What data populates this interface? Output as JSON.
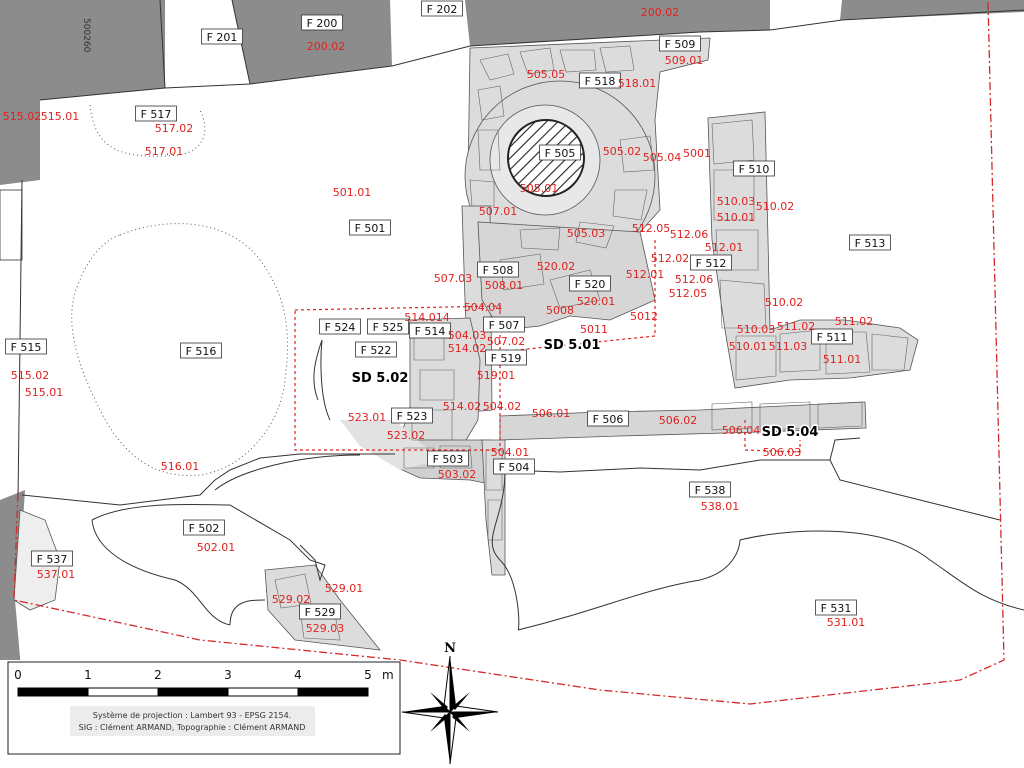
{
  "features": [
    {
      "id": "f200",
      "label": "F 200"
    },
    {
      "id": "f201",
      "label": "F 201"
    },
    {
      "id": "f202",
      "label": "F 202"
    },
    {
      "id": "f509",
      "label": "F 509"
    },
    {
      "id": "f518",
      "label": "F 518"
    },
    {
      "id": "f517",
      "label": "F 517"
    },
    {
      "id": "f505",
      "label": "F 505"
    },
    {
      "id": "f510",
      "label": "F 510"
    },
    {
      "id": "f501",
      "label": "F 501"
    },
    {
      "id": "f513",
      "label": "F 513"
    },
    {
      "id": "f508",
      "label": "F 508"
    },
    {
      "id": "f512",
      "label": "F 512"
    },
    {
      "id": "f520",
      "label": "F 520"
    },
    {
      "id": "f524",
      "label": "F 524"
    },
    {
      "id": "f525",
      "label": "F 525"
    },
    {
      "id": "f514",
      "label": "F 514"
    },
    {
      "id": "f507",
      "label": "F 507"
    },
    {
      "id": "f522",
      "label": "F 522"
    },
    {
      "id": "f519",
      "label": "F 519"
    },
    {
      "id": "f515",
      "label": "F 515"
    },
    {
      "id": "f516",
      "label": "F 516"
    },
    {
      "id": "f511",
      "label": "F 511"
    },
    {
      "id": "f523",
      "label": "F 523"
    },
    {
      "id": "f506",
      "label": "F 506"
    },
    {
      "id": "f503",
      "label": "F 503"
    },
    {
      "id": "f504",
      "label": "F 504"
    },
    {
      "id": "f538",
      "label": "F 538"
    },
    {
      "id": "f502",
      "label": "F 502"
    },
    {
      "id": "f537",
      "label": "F 537"
    },
    {
      "id": "f529",
      "label": "F 529"
    },
    {
      "id": "f531",
      "label": "F 531"
    }
  ],
  "units": [
    "200.02",
    "200.02",
    "505.05",
    "509.01",
    "518.01",
    "515.02",
    "515.01",
    "517.02",
    "517.01",
    "505.02",
    "505.04",
    "5001",
    "505.01",
    "501.01",
    "507.01",
    "505.03",
    "510.03",
    "510.02",
    "510.01",
    "512.05",
    "512.06",
    "512.01",
    "520.02",
    "512.02",
    "507.03",
    "508.01",
    "512.01",
    "512.06",
    "512.05",
    "520.01",
    "504.04",
    "5008",
    "5012",
    "514.014",
    "504.03",
    "510.02",
    "511.02",
    "5011",
    "510.03",
    "511.02",
    "514.02",
    "507.02",
    "510.01",
    "511.03",
    "515.02",
    "511.01",
    "515.01",
    "519.01",
    "523.01",
    "514.02",
    "504.02",
    "506.01",
    "506.02",
    "523.02",
    "506.04",
    "506.03",
    "504.01",
    "503.02",
    "516.01",
    "538.01",
    "502.01",
    "537.01",
    "529.01",
    "529.02",
    "529.03",
    "531.01"
  ],
  "sondages": [
    "SD 5.01",
    "SD 5.02",
    "SD 5.04"
  ],
  "scale": {
    "ticks": [
      "0",
      "1",
      "2",
      "3",
      "4",
      "5"
    ],
    "unit": "m"
  },
  "north_label": "N",
  "credits": {
    "line1": "Système de projection : Lambert 93 - EPSG 2154.",
    "line2": "SIG : Clément ARMAND, Topographie : Clément ARMAND"
  },
  "coord_label": "500260",
  "colors": {
    "excavated": "#8c8c8c",
    "stone": "#dcdcdc",
    "units": "#e0221f",
    "boundary": "#d42a2a"
  }
}
